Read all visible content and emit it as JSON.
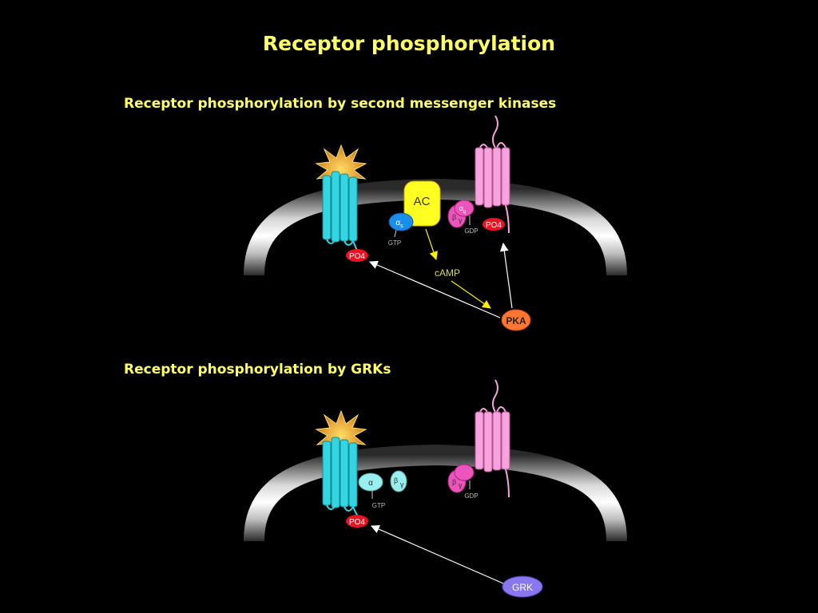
{
  "slide": {
    "title": "Receptor phosphorylation",
    "section1_heading": "Receptor phosphorylation by second messenger kinases",
    "section2_heading": "Receptor phosphorylation by GRKs"
  },
  "panel1": {
    "ac_label": "AC",
    "alpha_s_label": "αs",
    "alpha_label": "α",
    "alpha_sub": "s",
    "gtp_label": "GTP",
    "gdp_label": "GDP",
    "beta_label": "β",
    "gamma_label": "γ",
    "alpha_q_label": "α",
    "alpha_q_sub": "q",
    "po4_left": "PO4",
    "po4_right": "PO4",
    "camp_label": "cAMP",
    "pka_label": "PKA"
  },
  "panel2": {
    "alpha_label": "α",
    "gtp_label": "GTP",
    "beta_label": "β",
    "gamma_label": "γ",
    "beta2_label": "β",
    "gamma2_label": "γ",
    "gdp_label": "GDP",
    "po4_label": "PO4",
    "grk_label": "GRK"
  },
  "colors": {
    "title_yellow": "#ffff66",
    "receptor_cyan": "#33d6e0",
    "receptor_pink": "#f7a3de",
    "ac_yellow": "#ffff22",
    "alpha_s_blue": "#1a8ee8",
    "g_magenta": "#ee55bb",
    "po4_red": "#ee1122",
    "pka_orange": "#ff7733",
    "grk_purple": "#8877ee",
    "alpha_light_cyan": "#99eeee"
  }
}
